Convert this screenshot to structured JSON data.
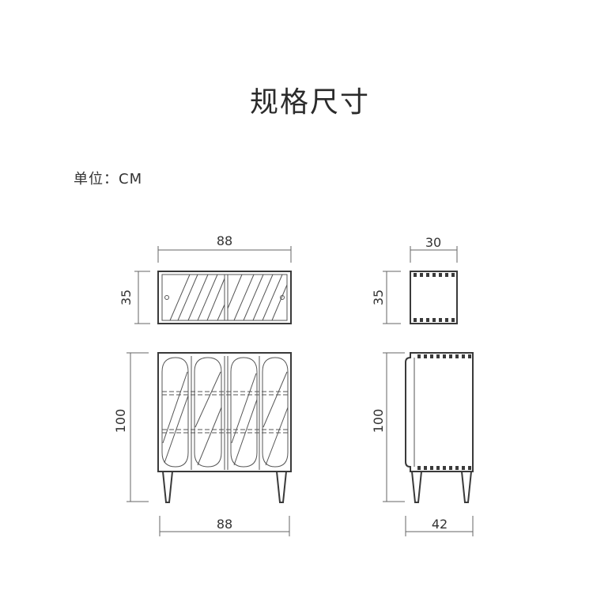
{
  "title": "规格尺寸",
  "unit_label": "单位：CM",
  "dimensions": {
    "top_view_width": "88",
    "top_view_depth": "35",
    "side_top_width": "30",
    "side_top_depth": "35",
    "front_height": "100",
    "front_width": "88",
    "side_height": "100",
    "side_width": "42"
  }
}
